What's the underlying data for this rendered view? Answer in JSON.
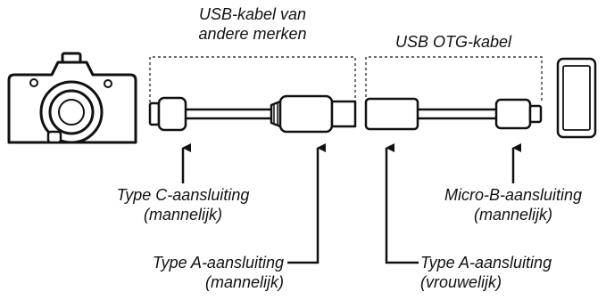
{
  "labels": {
    "usb_cable_other_brands": "USB-kabel van andere merken",
    "usb_cable_line1": "USB-kabel van",
    "usb_cable_line2": "andere merken",
    "otg_cable": "USB OTG-kabel",
    "type_c_connector": "Type C-aansluiting",
    "type_c_gender": "(mannelijk)",
    "type_a_male_connector": "Type A-aansluiting",
    "type_a_male_gender": "(mannelijk)",
    "type_a_female_connector": "Type A-aansluiting",
    "type_a_female_gender": "(vrouwelijk)",
    "micro_b_connector": "Micro-B-aansluiting",
    "micro_b_gender": "(mannelijk)"
  },
  "icons": {
    "camera": "camera-icon",
    "smartphone": "smartphone-icon"
  },
  "colors": {
    "stroke": "#111111",
    "fill": "#ffffff"
  }
}
